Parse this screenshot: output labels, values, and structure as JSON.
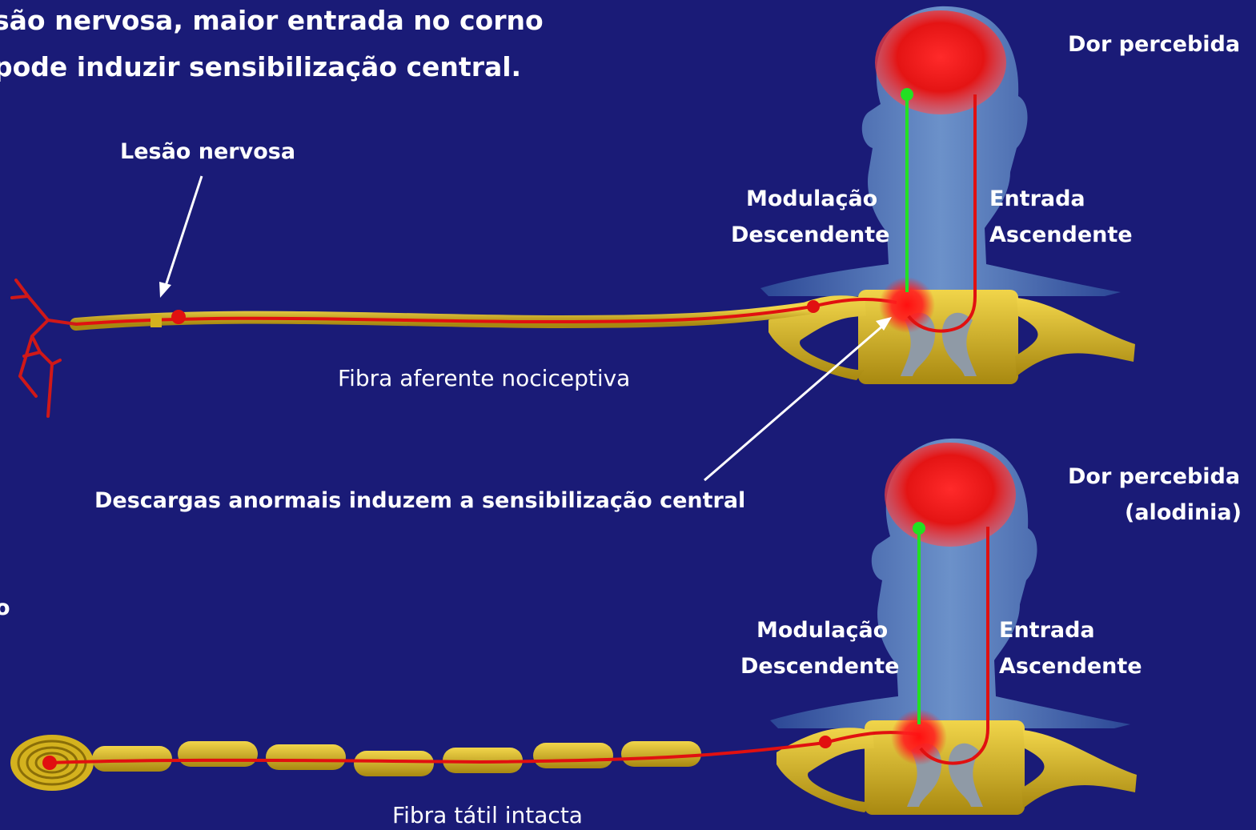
{
  "title": {
    "line1": "são nervosa, maior entrada no corno",
    "line2": "pode induzir sensibilização central."
  },
  "left_fragment": "o",
  "top_panel": {
    "lesion_label": "Lesão nervosa",
    "fiber_label": "Fibra aferente nociceptiva",
    "pain_label": "Dor percebida",
    "modulation_line1": "Modulação",
    "modulation_line2": "Descendente",
    "ascending_line1": "Entrada",
    "ascending_line2": "Ascendente"
  },
  "middle_annotation": "Descargas anormais induzem a sensibilização central",
  "bottom_panel": {
    "fiber_label": "Fibra tátil intacta",
    "pain_line1": "Dor percebida",
    "pain_line2": "(alodinia)",
    "modulation_line1": "Modulação",
    "modulation_line2": "Descendente",
    "ascending_line1": "Entrada",
    "ascending_line2": "Ascendente"
  },
  "colors": {
    "background": "#1a1b77",
    "nerve": "#d4b21e",
    "signal": "#e11010",
    "descending": "#22e022",
    "head": "#5c8ec9"
  }
}
